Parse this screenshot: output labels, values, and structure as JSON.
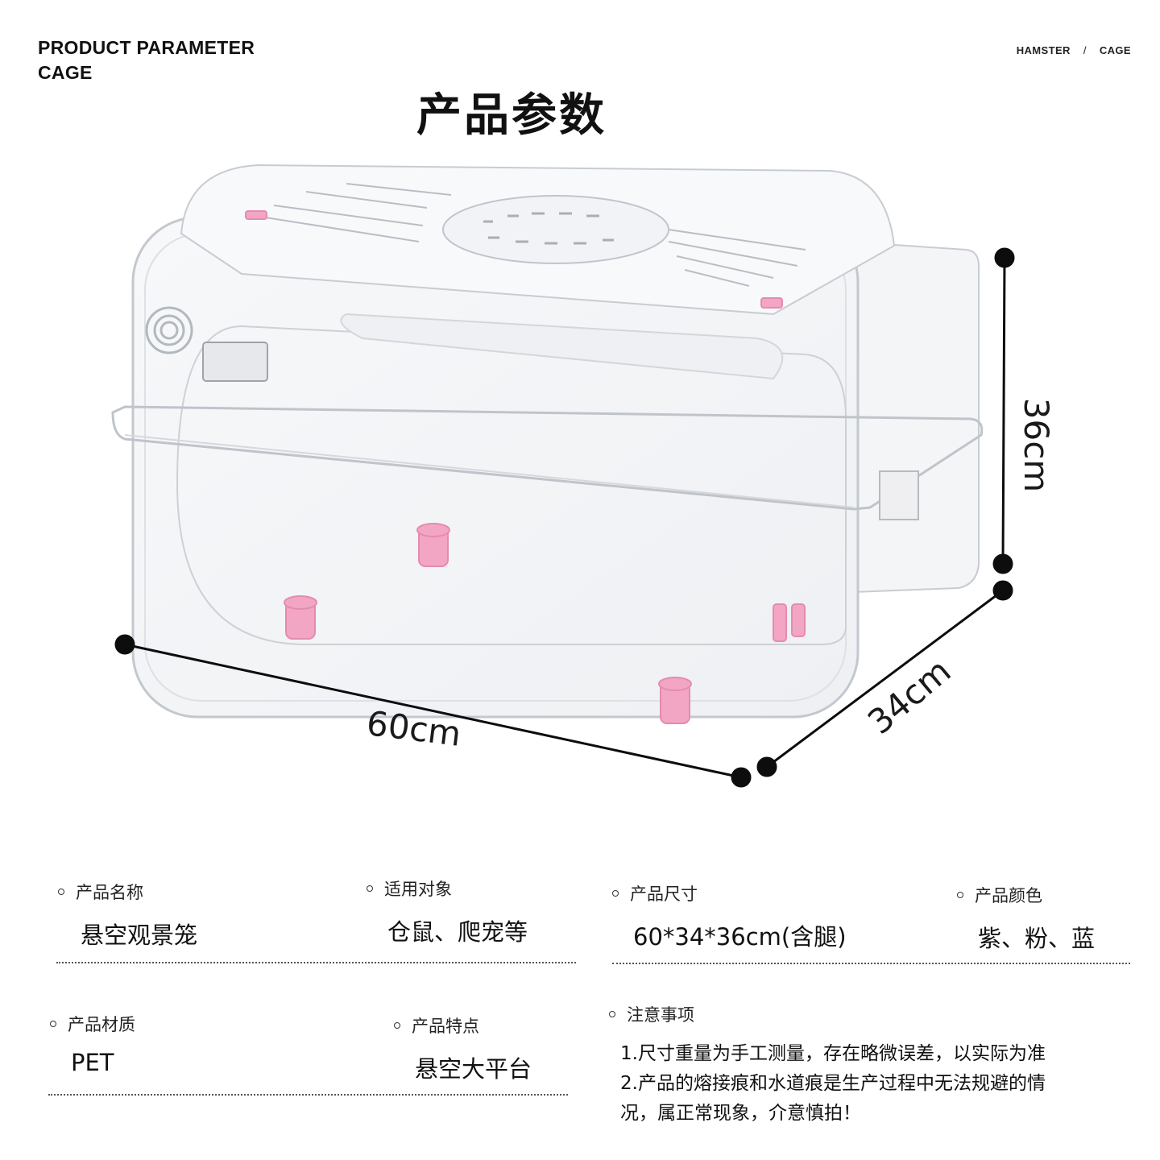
{
  "header": {
    "en_line1": "PRODUCT PARAMETER",
    "en_line2": "CAGE",
    "breadcrumb_left": "HAMSTER",
    "breadcrumb_sep": "/",
    "breadcrumb_right": "CAGE",
    "title_cn": "产品参数"
  },
  "dimensions": {
    "width": "60cm",
    "depth": "34cm",
    "height": "36cm"
  },
  "params": {
    "name_label": "产品名称",
    "name_value": "悬空观景笼",
    "target_label": "适用对象",
    "target_value": "仓鼠、爬宠等",
    "size_label": "产品尺寸",
    "size_value": "60*34*36cm(含腿)",
    "color_label": "产品颜色",
    "color_value": "紫、粉、蓝",
    "material_label": "产品材质",
    "material_value": "PET",
    "feature_label": "产品特点",
    "feature_value": "悬空大平台",
    "notes_label": "注意事项",
    "notes_line1": "1.尺寸重量为手工测量，存在略微误差，以实际为准",
    "notes_line2": "2.产品的熔接痕和水道痕是生产过程中无法规避的情",
    "notes_line3": "况，属正常现象，介意慎拍！"
  },
  "colors": {
    "accent_pink": "#f3a6c4",
    "cage_edge": "#c8ccd2"
  }
}
